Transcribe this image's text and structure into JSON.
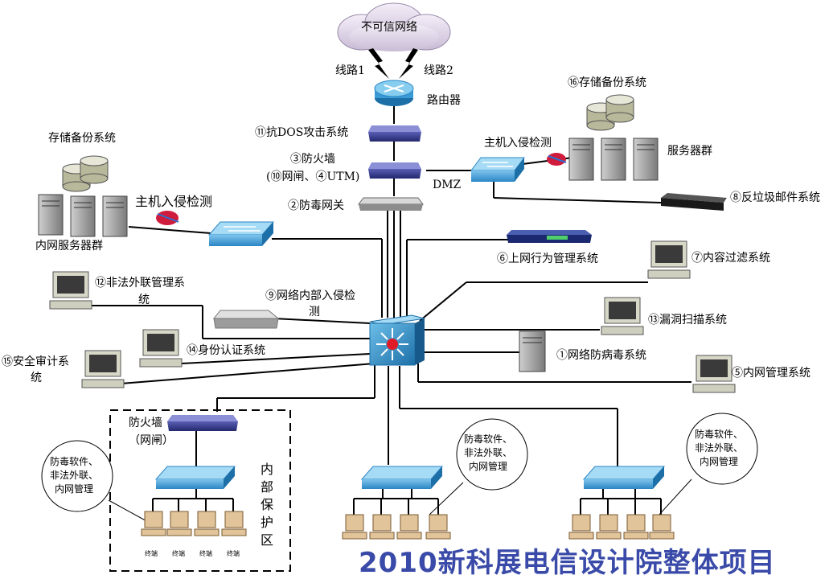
{
  "cloud_label": "不可信网络",
  "line1": "线路1",
  "line2": "线路2",
  "router": "路由器",
  "anti_dos": "⑪抗DOS攻击系统",
  "firewall": "③防火墙",
  "firewall_sub": "(⑩网闸、④UTM)",
  "dmz": "DMZ",
  "av_gateway": "②防毒网关",
  "storage_left": "存储备份系统",
  "hids_left": "主机入侵检测",
  "intranet_servers": "内网服务器群",
  "hids_right": "主机入侵检测",
  "storage_right": "⑯存储备份系统",
  "server_group": "服务器群",
  "antispam": "⑧反垃圾邮件系统",
  "behavior_mgmt": "⑥上网行为管理系统",
  "content_filter": "⑦内容过滤系统",
  "illegal_outreach_1": "⑫非法外联管理系",
  "illegal_outreach_2": "统",
  "internal_ids_1": "⑨网络内部入侵检",
  "internal_ids_2": "测",
  "vuln_scan": "⑬漏洞扫描系统",
  "identity_auth": "⑭身份认证系统",
  "audit_1": "⑮安全审计系",
  "audit_2": "统",
  "antivirus_net": "①网络防病毒系统",
  "intranet_mgmt": "⑤内网管理系统",
  "zone_firewall_1": "防火墙",
  "zone_firewall_2": "（网闸）",
  "zone_label": "内部保护区",
  "terminal_notes": [
    "防毒软件、",
    "非法外联、",
    "内网管理"
  ],
  "terminal_word": "终端",
  "footer_title": "2010新科展电信设计院整体项目"
}
